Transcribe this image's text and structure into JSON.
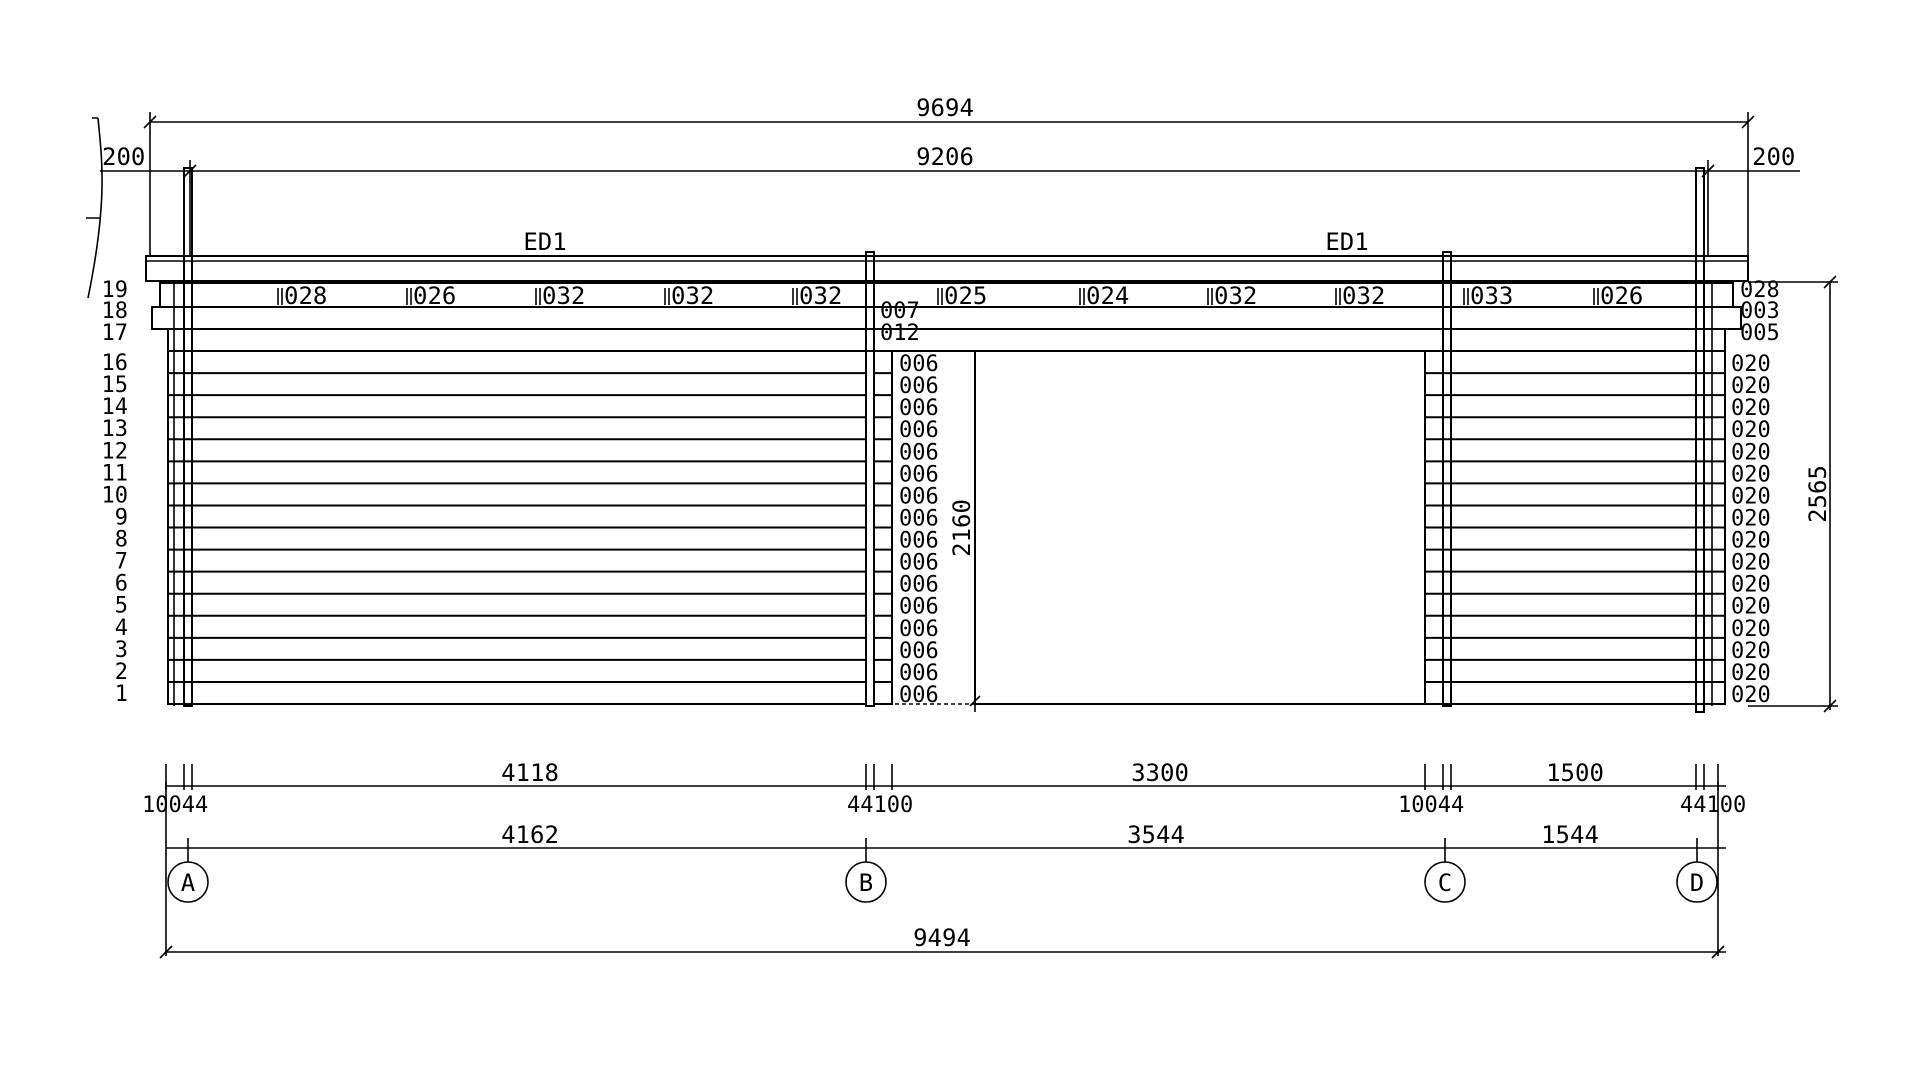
{
  "drawing": {
    "overall_outer": "9694",
    "overall_inner": "9206",
    "overhang_left": "200",
    "overhang_right": "200",
    "beam_left": "ED1",
    "beam_right": "ED1",
    "height_total": "2565",
    "door_height": "2160",
    "courses": [
      "19",
      "18",
      "17",
      "16",
      "15",
      "14",
      "13",
      "12",
      "11",
      "10",
      "9",
      "8",
      "7",
      "6",
      "5",
      "4",
      "3",
      "2",
      "1"
    ],
    "top_course_items": [
      "028",
      "026",
      "032",
      "032",
      "032",
      "025",
      "024",
      "032",
      "032",
      "033",
      "026"
    ],
    "right_top_labels": [
      "028",
      "003",
      "005"
    ],
    "right_course_labels": [
      "020",
      "020",
      "020",
      "020",
      "020",
      "020",
      "020",
      "020",
      "020",
      "020",
      "020",
      "020",
      "020",
      "020",
      "020",
      "020"
    ],
    "mid_top_labels": [
      "007",
      "012"
    ],
    "mid_course_labels": [
      "006",
      "006",
      "006",
      "006",
      "006",
      "006",
      "006",
      "006",
      "006",
      "006",
      "006",
      "006",
      "006",
      "006",
      "006",
      "006"
    ],
    "bottom_dims_1": [
      "4118",
      "3300",
      "1500"
    ],
    "bottom_dims_small": [
      "10044",
      "44100",
      "10044",
      "44100"
    ],
    "bottom_dims_2": [
      "4162",
      "3544",
      "1544"
    ],
    "grid_axes": [
      "A",
      "B",
      "C",
      "D"
    ],
    "overall_bottom": "9494"
  }
}
